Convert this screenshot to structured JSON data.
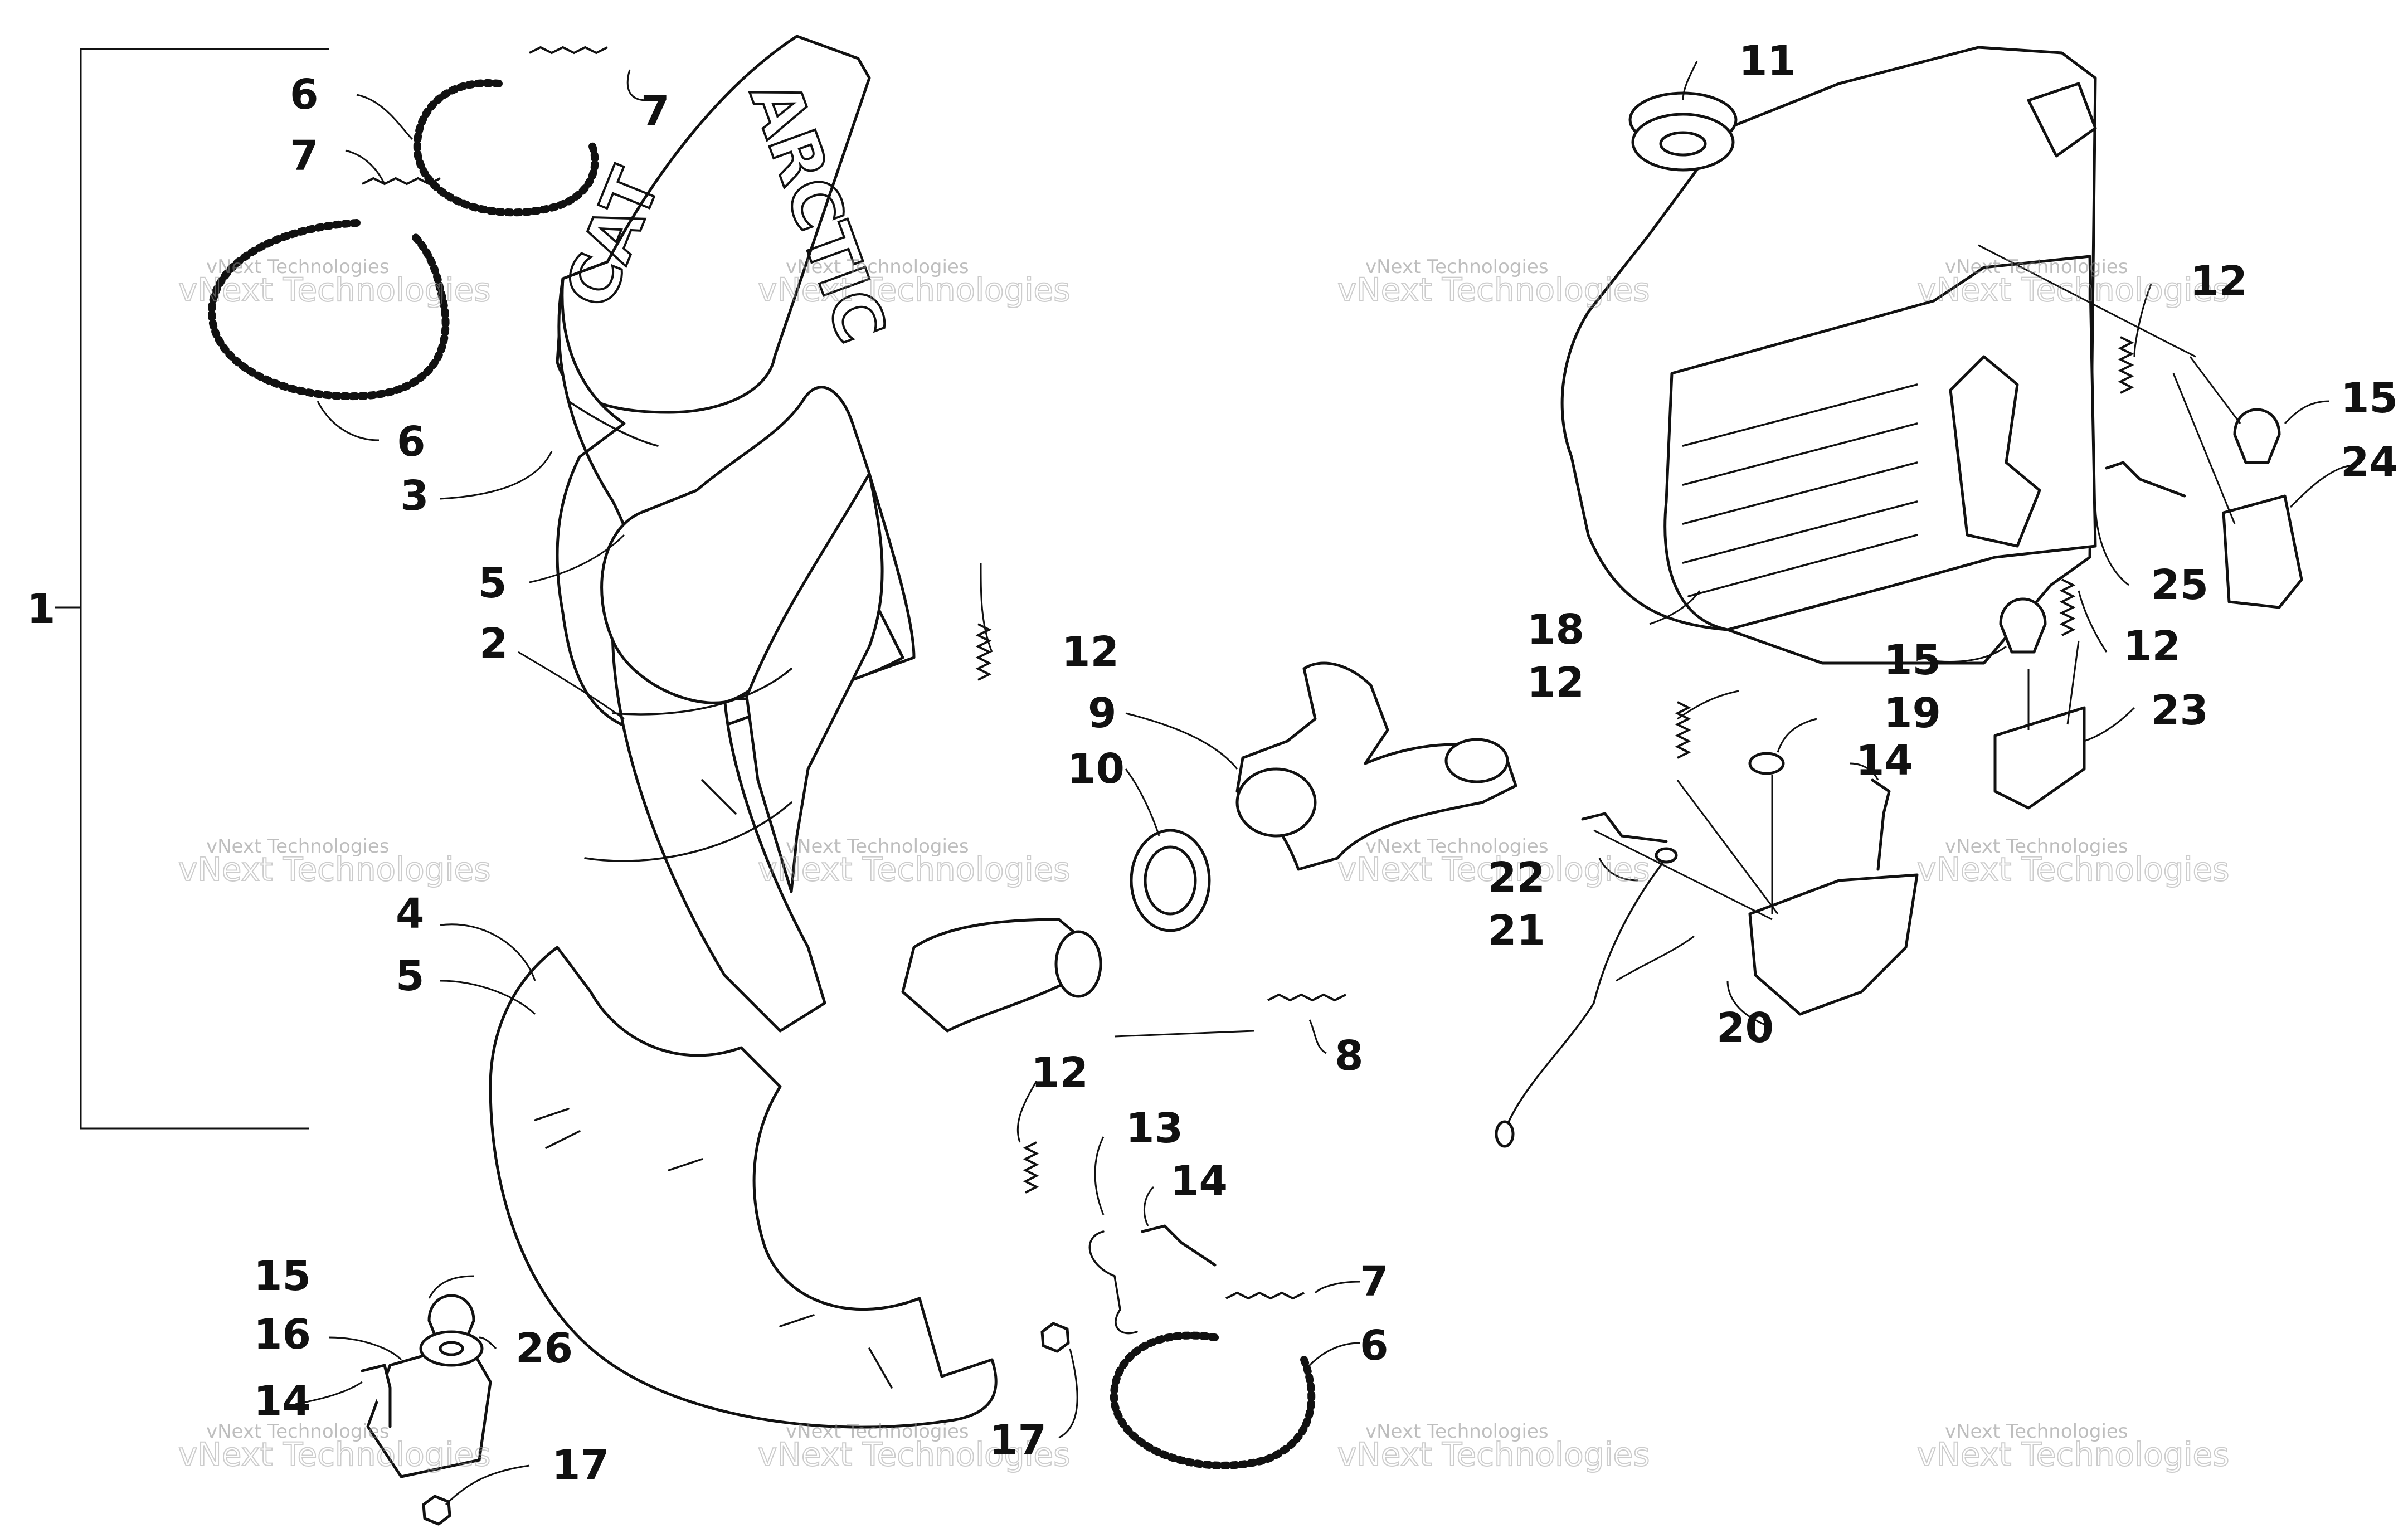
{
  "diagram": {
    "brand_text_1": "ARCTIC",
    "brand_text_2": "CAT",
    "watermark_line1": "vNext Technologies",
    "watermark_line2": "vNext Technologies",
    "callouts": {
      "c1": "1",
      "c2": "2",
      "c3": "3",
      "c4": "4",
      "c5a": "5",
      "c5b": "5",
      "c6a": "6",
      "c6b": "6",
      "c6c": "6",
      "c7a": "7",
      "c7b": "7",
      "c7c": "7",
      "c8": "8",
      "c9": "9",
      "c10": "10",
      "c11": "11",
      "c12a": "12",
      "c12b": "12",
      "c12c": "12",
      "c12d": "12",
      "c12e": "12",
      "c13": "13",
      "c14a": "14",
      "c14b": "14",
      "c14c": "14",
      "c15a": "15",
      "c15b": "15",
      "c15c": "15",
      "c16": "16",
      "c17a": "17",
      "c17b": "17",
      "c18": "18",
      "c19": "19",
      "c20": "20",
      "c21": "21",
      "c22": "22",
      "c23": "23",
      "c24": "24",
      "c25": "25",
      "c26": "26"
    }
  }
}
